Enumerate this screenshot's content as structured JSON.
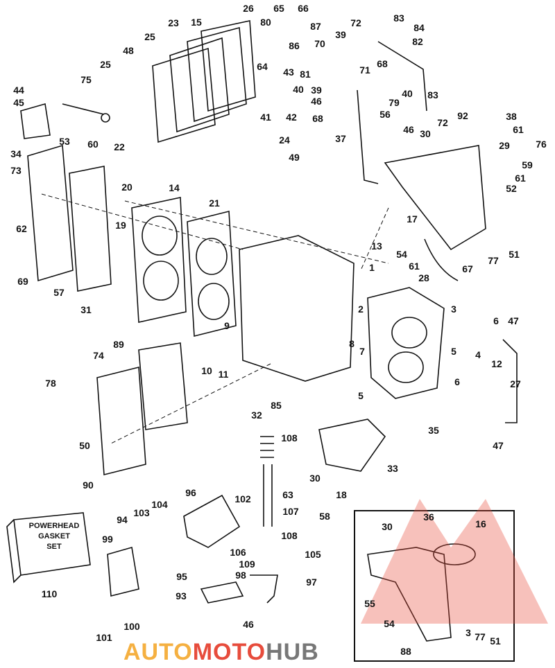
{
  "labels": [
    "26",
    "65",
    "66",
    "15",
    "23",
    "80",
    "87",
    "72",
    "83",
    "84",
    "39",
    "82",
    "25",
    "86",
    "70",
    "48",
    "64",
    "71",
    "68",
    "43",
    "81",
    "25",
    "75",
    "40",
    "40",
    "44",
    "39",
    "45",
    "46",
    "83",
    "79",
    "56",
    "41",
    "42",
    "68",
    "72",
    "92",
    "38",
    "46",
    "61",
    "30",
    "29",
    "76",
    "37",
    "24",
    "53",
    "60",
    "22",
    "34",
    "73",
    "59",
    "49",
    "61",
    "20",
    "14",
    "21",
    "52",
    "17",
    "62",
    "19",
    "13",
    "54",
    "61",
    "77",
    "51",
    "69",
    "67",
    "28",
    "1",
    "57",
    "2",
    "3",
    "31",
    "6",
    "47",
    "9",
    "89",
    "8",
    "7",
    "4",
    "12",
    "74",
    "5",
    "10",
    "11",
    "27",
    "6",
    "5",
    "78",
    "85",
    "32",
    "35",
    "47",
    "108",
    "33",
    "50",
    "30",
    "18",
    "63",
    "90",
    "96",
    "102",
    "107",
    "104",
    "103",
    "94",
    "58",
    "108",
    "99",
    "106",
    "105",
    "109",
    "98",
    "97",
    "95",
    "110",
    "93",
    "100",
    "101",
    "46"
  ],
  "inset_labels": [
    "36",
    "30",
    "16",
    "55",
    "54",
    "3",
    "77",
    "51",
    "88"
  ],
  "gasket_set": {
    "line1": "POWERHEAD",
    "line2": "GASKET",
    "line3": "SET"
  },
  "watermark": {
    "part1": "AUTO",
    "part2": "MOTO",
    "part3": "HUB",
    "color_auto": "#f5b041",
    "color_moto": "#e74c3c",
    "color_hub": "#777777"
  }
}
